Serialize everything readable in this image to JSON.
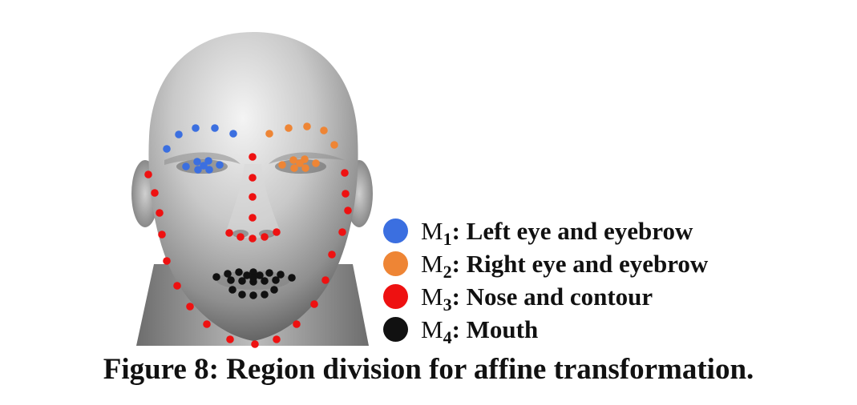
{
  "caption": "Figure 8: Region division for affine transformation.",
  "colors": {
    "left_eye": "#3b6fe0",
    "right_eye": "#ee8535",
    "nose_contour": "#ee1111",
    "mouth": "#111111"
  },
  "legend": [
    {
      "prefix": "M",
      "index": "1",
      "label": ": Left eye and eyebrow",
      "color": "#3b6fe0"
    },
    {
      "prefix": "M",
      "index": "2",
      "label": ": Right eye and eyebrow",
      "color": "#ee8535"
    },
    {
      "prefix": "M",
      "index": "3",
      "label": ": Nose and contour",
      "color": "#ee1111"
    },
    {
      "prefix": "M",
      "index": "4",
      "label": ": Mouth",
      "color": "#111111"
    }
  ],
  "face_image": {
    "subject": "grayscale-3d-face-mesh",
    "landmark_groups": [
      "left-eye-and-eyebrow",
      "right-eye-and-eyebrow",
      "nose-and-contour",
      "mouth"
    ]
  }
}
